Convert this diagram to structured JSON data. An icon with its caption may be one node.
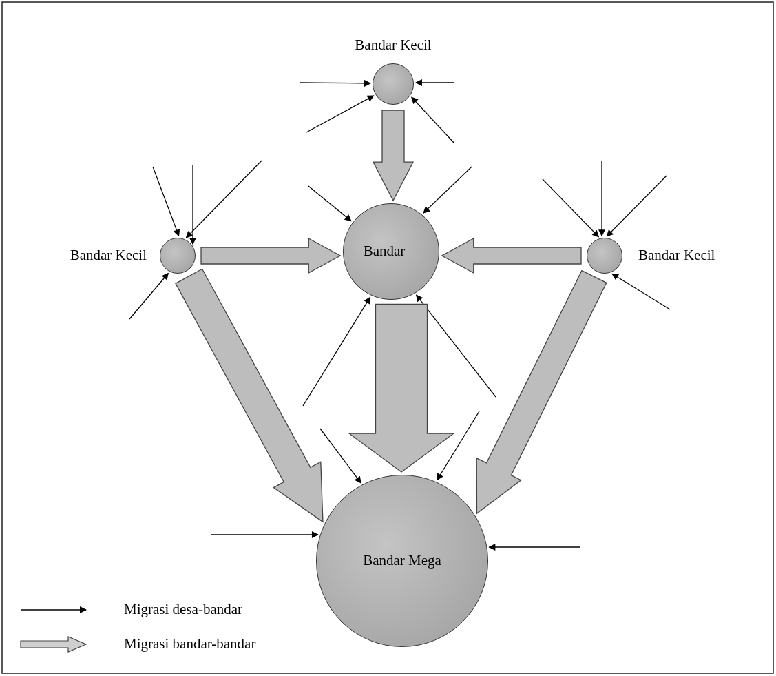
{
  "diagram": {
    "nodes": [
      {
        "text": [
          "Bandar Kecil"
        ]
      },
      {
        "text": [
          "Bandar Kecil"
        ]
      },
      {
        "text": [
          "Bandar"
        ]
      },
      {
        "text": [
          "Bandar Kecil"
        ]
      },
      {
        "text": [
          "Bandar Mega"
        ]
      }
    ],
    "edges": [
      {
        "from": null,
        "to": 0,
        "arrow": "to"
      },
      {
        "from": null,
        "to": 0,
        "arrow": "to"
      },
      {
        "from": null,
        "to": 0,
        "arrow": "to"
      },
      {
        "from": null,
        "to": 0,
        "arrow": "to"
      },
      {
        "from": null,
        "to": 1,
        "arrow": "to"
      },
      {
        "from": null,
        "to": 1,
        "arrow": "to"
      },
      {
        "from": null,
        "to": 1,
        "arrow": "to"
      },
      {
        "from": null,
        "to": 1,
        "arrow": "to"
      },
      {
        "from": null,
        "to": 2,
        "arrow": "to"
      },
      {
        "from": null,
        "to": 2,
        "arrow": "to"
      },
      {
        "from": null,
        "to": 2,
        "arrow": "to"
      },
      {
        "from": null,
        "to": 2,
        "arrow": "to"
      },
      {
        "from": null,
        "to": 3,
        "arrow": "to"
      },
      {
        "from": null,
        "to": 3,
        "arrow": "to"
      },
      {
        "from": null,
        "to": 3,
        "arrow": "to"
      },
      {
        "from": null,
        "to": 3,
        "arrow": "to"
      },
      {
        "from": null,
        "to": 4,
        "arrow": "to"
      },
      {
        "from": null,
        "to": 4,
        "arrow": "to"
      },
      {
        "from": null,
        "to": 4,
        "arrow": "to"
      },
      {
        "from": null,
        "to": 4,
        "arrow": "to"
      },
      {
        "from": 0,
        "to": 2,
        "arrow": "to",
        "style": "thick"
      },
      {
        "from": 1,
        "to": 2,
        "arrow": "to",
        "style": "thick"
      },
      {
        "from": 3,
        "to": 2,
        "arrow": "to",
        "style": "thick"
      },
      {
        "from": 2,
        "to": 4,
        "arrow": "to",
        "style": "thick"
      },
      {
        "from": 1,
        "to": 4,
        "arrow": "to",
        "style": "thick"
      },
      {
        "from": 3,
        "to": 4,
        "arrow": "to",
        "style": "thick"
      }
    ],
    "legend": [
      {
        "text": "Migrasi desa-bandar"
      },
      {
        "text": "Migrasi bandar-bandar"
      }
    ]
  }
}
